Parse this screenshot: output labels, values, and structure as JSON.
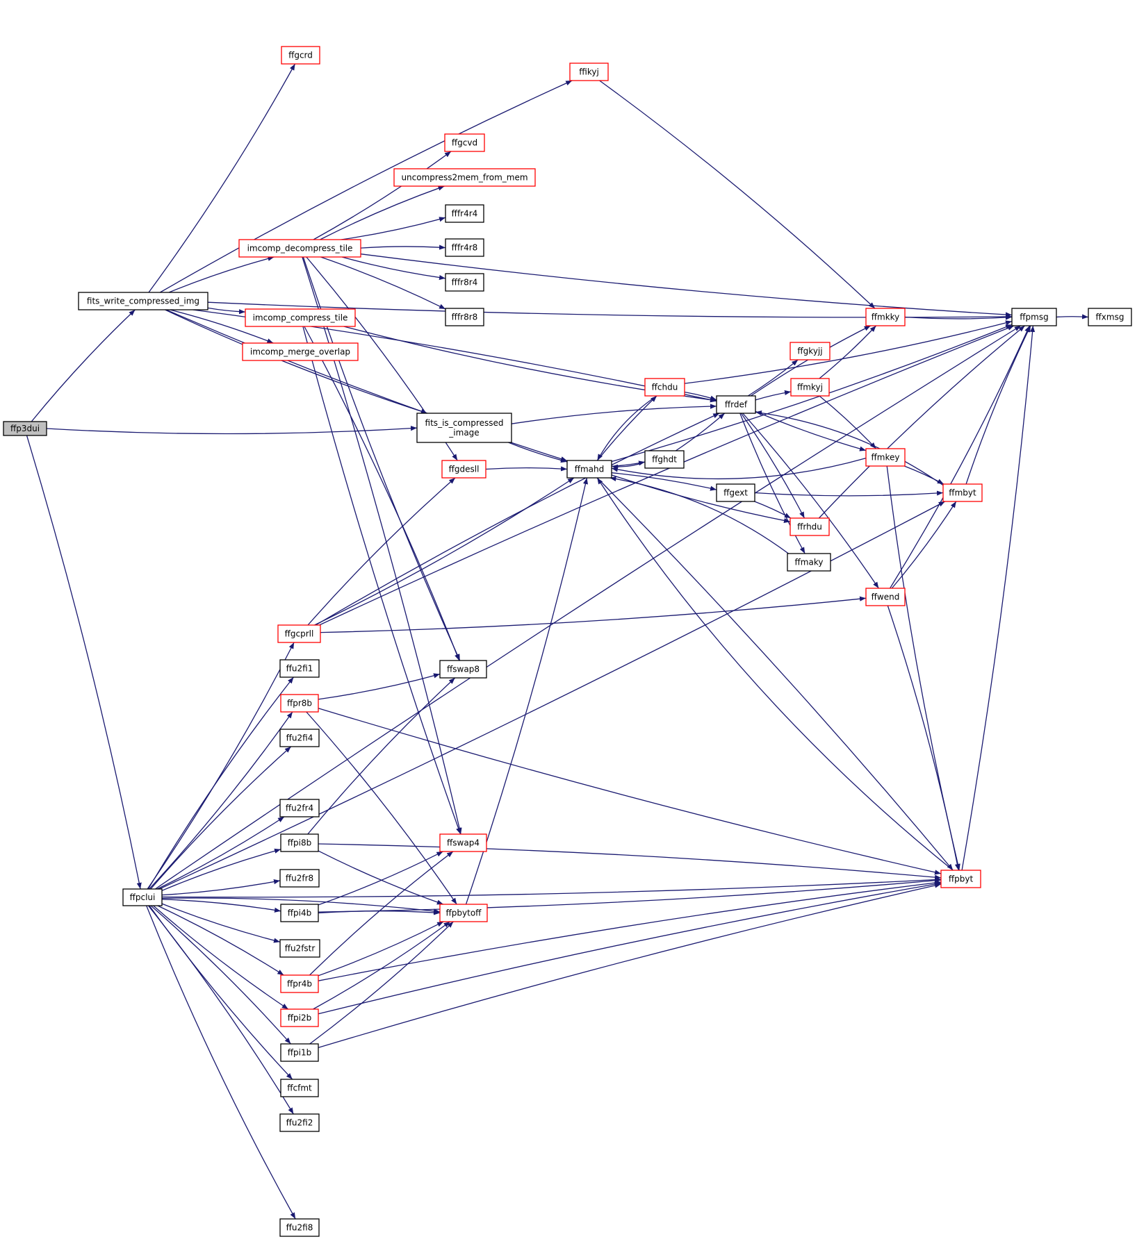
{
  "diagram": {
    "type": "call-graph",
    "edge_color": "#191970",
    "node_border_colors": {
      "internal": "#000000",
      "external": "#ff0000",
      "root_fill": "#bfbfbf"
    },
    "nodes": [
      {
        "id": "ffp3dui",
        "label": "ffp3dui",
        "style": "root"
      },
      {
        "id": "fits_write_compressed_img",
        "label": "fits_write_compressed_img",
        "style": "black"
      },
      {
        "id": "ffpclui",
        "label": "ffpclui",
        "style": "black"
      },
      {
        "id": "ffgcrd",
        "label": "ffgcrd",
        "style": "red"
      },
      {
        "id": "ffikyj",
        "label": "ffikyj",
        "style": "red"
      },
      {
        "id": "ffgcvd",
        "label": "ffgcvd",
        "style": "red"
      },
      {
        "id": "uncompress2mem_from_mem",
        "label": "uncompress2mem_from_mem",
        "style": "red"
      },
      {
        "id": "fffr4r4",
        "label": "fffr4r4",
        "style": "black"
      },
      {
        "id": "fffr4r8",
        "label": "fffr4r8",
        "style": "black"
      },
      {
        "id": "fffr8r4",
        "label": "fffr8r4",
        "style": "black"
      },
      {
        "id": "fffr8r8",
        "label": "fffr8r8",
        "style": "black"
      },
      {
        "id": "imcomp_decompress_tile",
        "label": "imcomp_decompress_tile",
        "style": "red"
      },
      {
        "id": "imcomp_compress_tile",
        "label": "imcomp_compress_tile",
        "style": "red"
      },
      {
        "id": "imcomp_merge_overlap",
        "label": "imcomp_merge_overlap",
        "style": "red"
      },
      {
        "id": "fits_is_compressed_image",
        "label": "fits_is_compressed\n_image",
        "style": "black"
      },
      {
        "id": "ffgdesll",
        "label": "ffgdesll",
        "style": "red"
      },
      {
        "id": "ffmahd",
        "label": "ffmahd",
        "style": "black"
      },
      {
        "id": "ffchdu",
        "label": "ffchdu",
        "style": "red"
      },
      {
        "id": "ffghdt",
        "label": "ffghdt",
        "style": "black"
      },
      {
        "id": "ffrdef",
        "label": "ffrdef",
        "style": "black"
      },
      {
        "id": "ffgext",
        "label": "ffgext",
        "style": "black"
      },
      {
        "id": "ffmaky",
        "label": "ffmaky",
        "style": "black"
      },
      {
        "id": "ffrhdu",
        "label": "ffrhdu",
        "style": "red"
      },
      {
        "id": "ffgkyjj",
        "label": "ffgkyjj",
        "style": "red"
      },
      {
        "id": "ffmkyj",
        "label": "ffmkyj",
        "style": "red"
      },
      {
        "id": "ffmkky",
        "label": "ffmkky",
        "style": "red"
      },
      {
        "id": "ffmkey",
        "label": "ffmkey",
        "style": "red"
      },
      {
        "id": "ffmbyt",
        "label": "ffmbyt",
        "style": "red"
      },
      {
        "id": "ffwend",
        "label": "ffwend",
        "style": "red"
      },
      {
        "id": "ffpmsg",
        "label": "ffpmsg",
        "style": "black"
      },
      {
        "id": "ffxmsg",
        "label": "ffxmsg",
        "style": "black"
      },
      {
        "id": "ffgcprll",
        "label": "ffgcprll",
        "style": "red"
      },
      {
        "id": "ffu2fi1",
        "label": "ffu2fi1",
        "style": "black"
      },
      {
        "id": "ffpr8b",
        "label": "ffpr8b",
        "style": "red"
      },
      {
        "id": "ffu2fi4",
        "label": "ffu2fi4",
        "style": "black"
      },
      {
        "id": "ffu2fr4",
        "label": "ffu2fr4",
        "style": "black"
      },
      {
        "id": "ffpi8b",
        "label": "ffpi8b",
        "style": "black"
      },
      {
        "id": "ffu2fr8",
        "label": "ffu2fr8",
        "style": "black"
      },
      {
        "id": "ffpi4b",
        "label": "ffpi4b",
        "style": "black"
      },
      {
        "id": "ffu2fstr",
        "label": "ffu2fstr",
        "style": "black"
      },
      {
        "id": "ffpr4b",
        "label": "ffpr4b",
        "style": "red"
      },
      {
        "id": "ffpi2b",
        "label": "ffpi2b",
        "style": "red"
      },
      {
        "id": "ffpi1b",
        "label": "ffpi1b",
        "style": "black"
      },
      {
        "id": "ffcfmt",
        "label": "ffcfmt",
        "style": "black"
      },
      {
        "id": "ffu2fi2",
        "label": "ffu2fi2",
        "style": "black"
      },
      {
        "id": "ffu2fi8",
        "label": "ffu2fi8",
        "style": "black"
      },
      {
        "id": "ffswap8",
        "label": "ffswap8",
        "style": "black"
      },
      {
        "id": "ffswap4",
        "label": "ffswap4",
        "style": "red"
      },
      {
        "id": "ffpbytoff",
        "label": "ffpbytoff",
        "style": "red"
      },
      {
        "id": "ffpbyt",
        "label": "ffpbyt",
        "style": "red"
      }
    ],
    "edges": [
      [
        "ffp3dui",
        "fits_write_compressed_img"
      ],
      [
        "ffp3dui",
        "fits_is_compressed_image"
      ],
      [
        "ffp3dui",
        "ffpclui"
      ],
      [
        "fits_write_compressed_img",
        "ffgcrd"
      ],
      [
        "fits_write_compressed_img",
        "ffikyj"
      ],
      [
        "fits_write_compressed_img",
        "ffpmsg"
      ],
      [
        "fits_write_compressed_img",
        "imcomp_decompress_tile"
      ],
      [
        "fits_write_compressed_img",
        "imcomp_compress_tile"
      ],
      [
        "fits_write_compressed_img",
        "imcomp_merge_overlap"
      ],
      [
        "fits_write_compressed_img",
        "fits_is_compressed_image"
      ],
      [
        "fits_write_compressed_img",
        "ffrdef"
      ],
      [
        "fits_write_compressed_img",
        "ffmahd"
      ],
      [
        "ffikyj",
        "ffmkky"
      ],
      [
        "imcomp_decompress_tile",
        "ffgcvd"
      ],
      [
        "imcomp_decompress_tile",
        "uncompress2mem_from_mem"
      ],
      [
        "imcomp_decompress_tile",
        "fffr4r4"
      ],
      [
        "imcomp_decompress_tile",
        "fffr4r8"
      ],
      [
        "imcomp_decompress_tile",
        "fffr8r4"
      ],
      [
        "imcomp_decompress_tile",
        "fffr8r8"
      ],
      [
        "imcomp_decompress_tile",
        "ffpmsg"
      ],
      [
        "imcomp_decompress_tile",
        "ffgdesll"
      ],
      [
        "imcomp_decompress_tile",
        "ffswap8"
      ],
      [
        "imcomp_decompress_tile",
        "ffswap4"
      ],
      [
        "imcomp_compress_tile",
        "ffrdef"
      ],
      [
        "imcomp_compress_tile",
        "ffswap8"
      ],
      [
        "imcomp_compress_tile",
        "ffswap4"
      ],
      [
        "fits_is_compressed_image",
        "ffrdef"
      ],
      [
        "fits_is_compressed_image",
        "ffmahd"
      ],
      [
        "ffgdesll",
        "ffmahd"
      ],
      [
        "ffmahd",
        "ffpmsg"
      ],
      [
        "ffmahd",
        "ffchdu"
      ],
      [
        "ffmahd",
        "ffghdt"
      ],
      [
        "ffmahd",
        "ffgext"
      ],
      [
        "ffmahd",
        "ffrhdu"
      ],
      [
        "ffmahd",
        "ffpbyt"
      ],
      [
        "ffchdu",
        "ffmahd"
      ],
      [
        "ffchdu",
        "ffrdef"
      ],
      [
        "ffchdu",
        "ffpmsg"
      ],
      [
        "ffghdt",
        "ffmahd"
      ],
      [
        "ffghdt",
        "ffrdef"
      ],
      [
        "ffrdef",
        "ffmkky"
      ],
      [
        "ffrdef",
        "ffgkyjj"
      ],
      [
        "ffrdef",
        "ffmkyj"
      ],
      [
        "ffrdef",
        "ffmkey"
      ],
      [
        "ffrdef",
        "ffrhdu"
      ],
      [
        "ffrdef",
        "ffmaky"
      ],
      [
        "ffrdef",
        "ffwend"
      ],
      [
        "ffgext",
        "ffmbyt"
      ],
      [
        "ffgext",
        "ffrhdu"
      ],
      [
        "ffmaky",
        "ffmahd"
      ],
      [
        "ffrhdu",
        "ffpmsg"
      ],
      [
        "ffmkyj",
        "ffmkky"
      ],
      [
        "ffmkyj",
        "ffmkey"
      ],
      [
        "ffmkky",
        "ffpmsg"
      ],
      [
        "ffmkey",
        "ffmbyt"
      ],
      [
        "ffmkey",
        "ffpbyt"
      ],
      [
        "ffmkey",
        "ffmahd"
      ],
      [
        "ffmbyt",
        "ffrdef"
      ],
      [
        "ffmbyt",
        "ffpmsg"
      ],
      [
        "ffwend",
        "ffmbyt"
      ],
      [
        "ffwend",
        "ffpbyt"
      ],
      [
        "ffwend",
        "ffpmsg"
      ],
      [
        "ffpmsg",
        "ffxmsg"
      ],
      [
        "ffpclui",
        "ffgcprll"
      ],
      [
        "ffpclui",
        "ffu2fi1"
      ],
      [
        "ffpclui",
        "ffpr8b"
      ],
      [
        "ffpclui",
        "ffu2fi4"
      ],
      [
        "ffpclui",
        "ffu2fr4"
      ],
      [
        "ffpclui",
        "ffpi8b"
      ],
      [
        "ffpclui",
        "ffu2fr8"
      ],
      [
        "ffpclui",
        "ffpi4b"
      ],
      [
        "ffpclui",
        "ffu2fstr"
      ],
      [
        "ffpclui",
        "ffpr4b"
      ],
      [
        "ffpclui",
        "ffpi2b"
      ],
      [
        "ffpclui",
        "ffpi1b"
      ],
      [
        "ffpclui",
        "ffcfmt"
      ],
      [
        "ffpclui",
        "ffu2fi2"
      ],
      [
        "ffpclui",
        "ffu2fi8"
      ],
      [
        "ffpclui",
        "ffpbytoff"
      ],
      [
        "ffpclui",
        "ffpbyt"
      ],
      [
        "ffpclui",
        "ffpmsg"
      ],
      [
        "ffpclui",
        "ffmbyt"
      ],
      [
        "ffgcprll",
        "ffgdesll"
      ],
      [
        "ffgcprll",
        "ffmahd"
      ],
      [
        "ffgcprll",
        "ffrdef"
      ],
      [
        "ffgcprll",
        "ffwend"
      ],
      [
        "ffgcprll",
        "ffpmsg"
      ],
      [
        "ffpr8b",
        "ffswap8"
      ],
      [
        "ffpr8b",
        "ffpbytoff"
      ],
      [
        "ffpr8b",
        "ffpbyt"
      ],
      [
        "ffpi8b",
        "ffswap8"
      ],
      [
        "ffpi8b",
        "ffpbytoff"
      ],
      [
        "ffpi8b",
        "ffpbyt"
      ],
      [
        "ffpi4b",
        "ffswap4"
      ],
      [
        "ffpi4b",
        "ffpbytoff"
      ],
      [
        "ffpi4b",
        "ffpbyt"
      ],
      [
        "ffpr4b",
        "ffswap4"
      ],
      [
        "ffpr4b",
        "ffpbytoff"
      ],
      [
        "ffpr4b",
        "ffpbyt"
      ],
      [
        "ffpi2b",
        "ffpbytoff"
      ],
      [
        "ffpi2b",
        "ffpbyt"
      ],
      [
        "ffpi1b",
        "ffpbytoff"
      ],
      [
        "ffpi1b",
        "ffpbyt"
      ],
      [
        "ffpbytoff",
        "ffmahd"
      ],
      [
        "ffpbyt",
        "ffmahd"
      ],
      [
        "ffpbyt",
        "ffpmsg"
      ]
    ]
  }
}
